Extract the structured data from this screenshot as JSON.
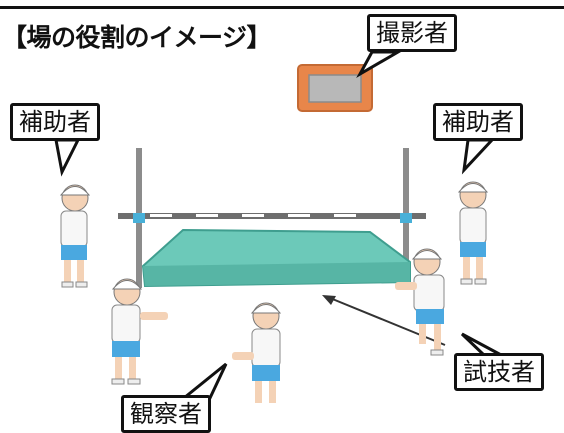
{
  "title": "【場の役割のイメージ】",
  "labels": {
    "photographer": "撮影者",
    "assistant_left": "補助者",
    "assistant_right": "補助者",
    "performer": "試技者",
    "observer": "観察者"
  },
  "colors": {
    "mat": "#6cc9b9",
    "mat_edge": "#3f9e8f",
    "bar": "#7a7a7a",
    "camera_frame": "#e8864a",
    "camera_body": "#b8b8b8",
    "shorts": "#4aa8e0",
    "skin": "#f4d2b6",
    "shirt": "#f7f7f7"
  },
  "icons": [
    "camera-icon",
    "arrow-icon"
  ]
}
